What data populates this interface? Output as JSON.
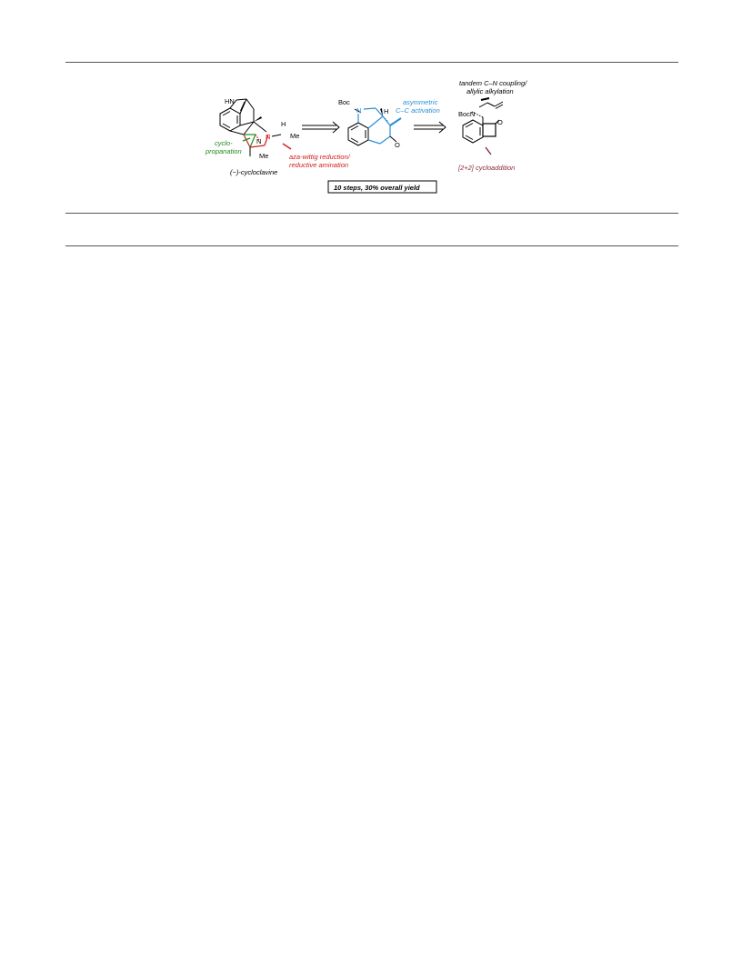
{
  "scheme": {
    "left_molecule": {
      "name": "(−)-cycloclavine",
      "atoms": {
        "hn": "HN",
        "h": "H",
        "n_me": "N",
        "me_right": "Me",
        "n_left": "N",
        "me_bottom": "Me"
      },
      "labels": {
        "cyclopropanation_line1": "cyclo-",
        "cyclopropanation_line2": "propanation",
        "aza_wittig_line1": "aza-wittig reduction/",
        "aza_wittig_line2": "reductive amination"
      }
    },
    "middle_molecule": {
      "atoms": {
        "boc": "Boc",
        "n": "N",
        "h": "H",
        "o": "O"
      },
      "labels": {
        "cc_activation_line1": "asymmetric",
        "cc_activation_line2": "C–C activation"
      }
    },
    "right_molecule": {
      "atoms": {
        "boc_n": "BocN",
        "o": "O"
      },
      "labels": {
        "coupling_line1": "tandem C–N coupling/",
        "coupling_line2": "allylic alkylation",
        "cycloaddition": "[2+2] cycloaddition"
      }
    },
    "summary": "10 steps, 30% overall yield",
    "colors": {
      "green": "#1e8a1e",
      "red": "#d41a1a",
      "blue": "#2a8fd8",
      "maroon": "#8b2a3a",
      "black": "#000000"
    }
  }
}
